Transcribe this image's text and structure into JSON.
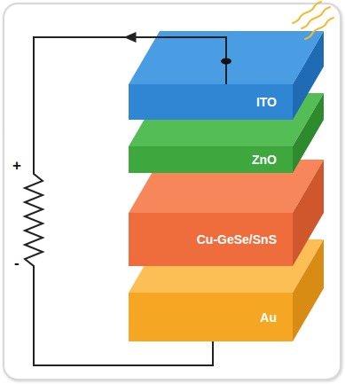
{
  "diagram": {
    "nodes": [
      {
        "text": [
          "ITO"
        ]
      },
      {
        "text": [
          "ZnO"
        ]
      },
      {
        "text": [
          "Cu-GeSe/SnS"
        ]
      },
      {
        "text": [
          "Au"
        ]
      }
    ],
    "edges": [
      {
        "from": 0,
        "to": 3,
        "arrow": "to"
      }
    ],
    "labels": [
      "+",
      "-"
    ]
  }
}
